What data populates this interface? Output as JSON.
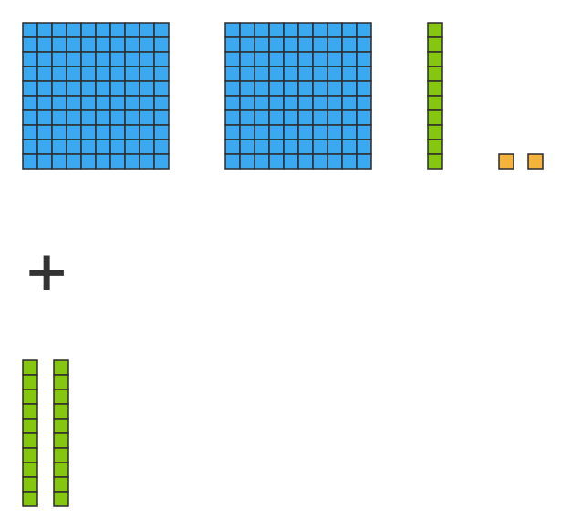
{
  "colors": {
    "hundred_fill": "#3aa9ef",
    "ten_fill": "#86c510",
    "one_fill": "#f5b33c",
    "outline": "#2b2b2b",
    "operator": "#333333"
  },
  "addend_1": {
    "hundreds": 2,
    "tens": 1,
    "ones": 2
  },
  "addend_2": {
    "hundreds": 0,
    "tens": 2,
    "ones": 0
  },
  "operator": "+"
}
